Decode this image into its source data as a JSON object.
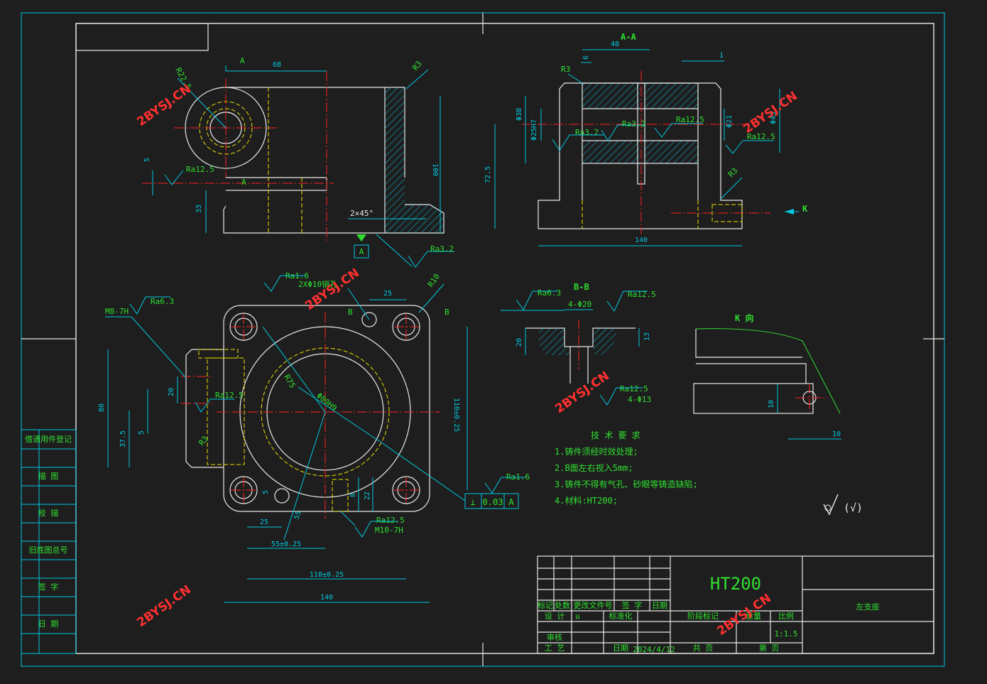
{
  "views": {
    "section_aa": "A-A",
    "section_bb": "B-B",
    "view_k": "K 向",
    "cut_a": "A",
    "cut_b": "B",
    "arrow_k": "K"
  },
  "dims": {
    "d68": "68",
    "r3_top": "R3",
    "d100": "100",
    "d5_left": "5",
    "d33": "33",
    "ra125_front": "Ra12.5",
    "chamfer": "2×45°",
    "ra32_bottom": "Ra3.2",
    "datum_a": "A",
    "r22": "R22.5",
    "d48": "48",
    "d6": "6",
    "d1": "1",
    "r3_aa": "R3",
    "phi38": "Φ38",
    "phi25": "Φ25H7",
    "ra32_aa_a": "Ra3.2",
    "ra32_aa_b": "Ra3.2",
    "ra125_aa_a": "Ra12.5",
    "ra125_aa_b": "Ra12.5",
    "phi21": "Φ21",
    "phi43": "Φ43",
    "r3_aa_b": "R3",
    "d725": "72.5",
    "d140_aa": "140",
    "ra16_top": "Ra1.6",
    "holes_2x": "2XΦ10销孔",
    "d25_top": "25",
    "r10": "R10",
    "m8": "M8-7H",
    "ra63_left": "Ra6.3",
    "r75": "R75",
    "phi80": "Φ80H9",
    "d80": "80",
    "d20": "20",
    "ra125_plan": "Ra12.5",
    "d375": "37.5",
    "d5_plan": "5",
    "r3_plan": "R3",
    "d110_v": "110±0.25",
    "d5_b": "5",
    "d55": "55",
    "d8": "8",
    "d22": "22",
    "d25_bot": "25",
    "ra125_bot": "Ra12.5",
    "m10": "M10-7H",
    "d55_025": "55±0.25",
    "d110_h": "110±0.25",
    "d140_plan": "140",
    "ra16_right": "Ra1.6",
    "tol_sym": "⊥",
    "tol_val": "0.03",
    "tol_ref": "A",
    "ra63_bb": "Ra6.3",
    "ra125_bb": "Ra12.5",
    "holes_4x20": "4-Φ20",
    "d20_bb": "20",
    "d13_bb": "13",
    "ra125_bb2": "Ra12.5",
    "holes_4x13": "4-Φ13",
    "d10_k": "10",
    "d10_k2": "10"
  },
  "requirements": {
    "title": "技 术 要 求",
    "items": [
      "1.铸件须经时效处理;",
      "2.B面左右视入5mm;",
      "3.铸件不得有气孔、砂眼等铸造缺陷;",
      "4.材料:HT200;"
    ]
  },
  "surface_symbol": "(√)",
  "side_table": [
    "借通用件登记",
    "描 图",
    "校 描",
    "旧底图总号",
    "签 字",
    "日 期"
  ],
  "title_block": {
    "material": "HT200",
    "part_name": "左支座",
    "row_labels": [
      "标记",
      "处数",
      "更改文件号",
      "签 字",
      "日期"
    ],
    "design": "设 计",
    "design_val": "u",
    "standard": "标准化",
    "review": "审核",
    "process": "工 艺",
    "date_label": "日期",
    "date": "2024/4/12",
    "stage_mark": "阶段标记",
    "weight": "重量",
    "scale_label": "比例",
    "scale": "1:1.5",
    "total": "共  页",
    "page": "第  页"
  },
  "watermark": "2BYSJ.CN"
}
